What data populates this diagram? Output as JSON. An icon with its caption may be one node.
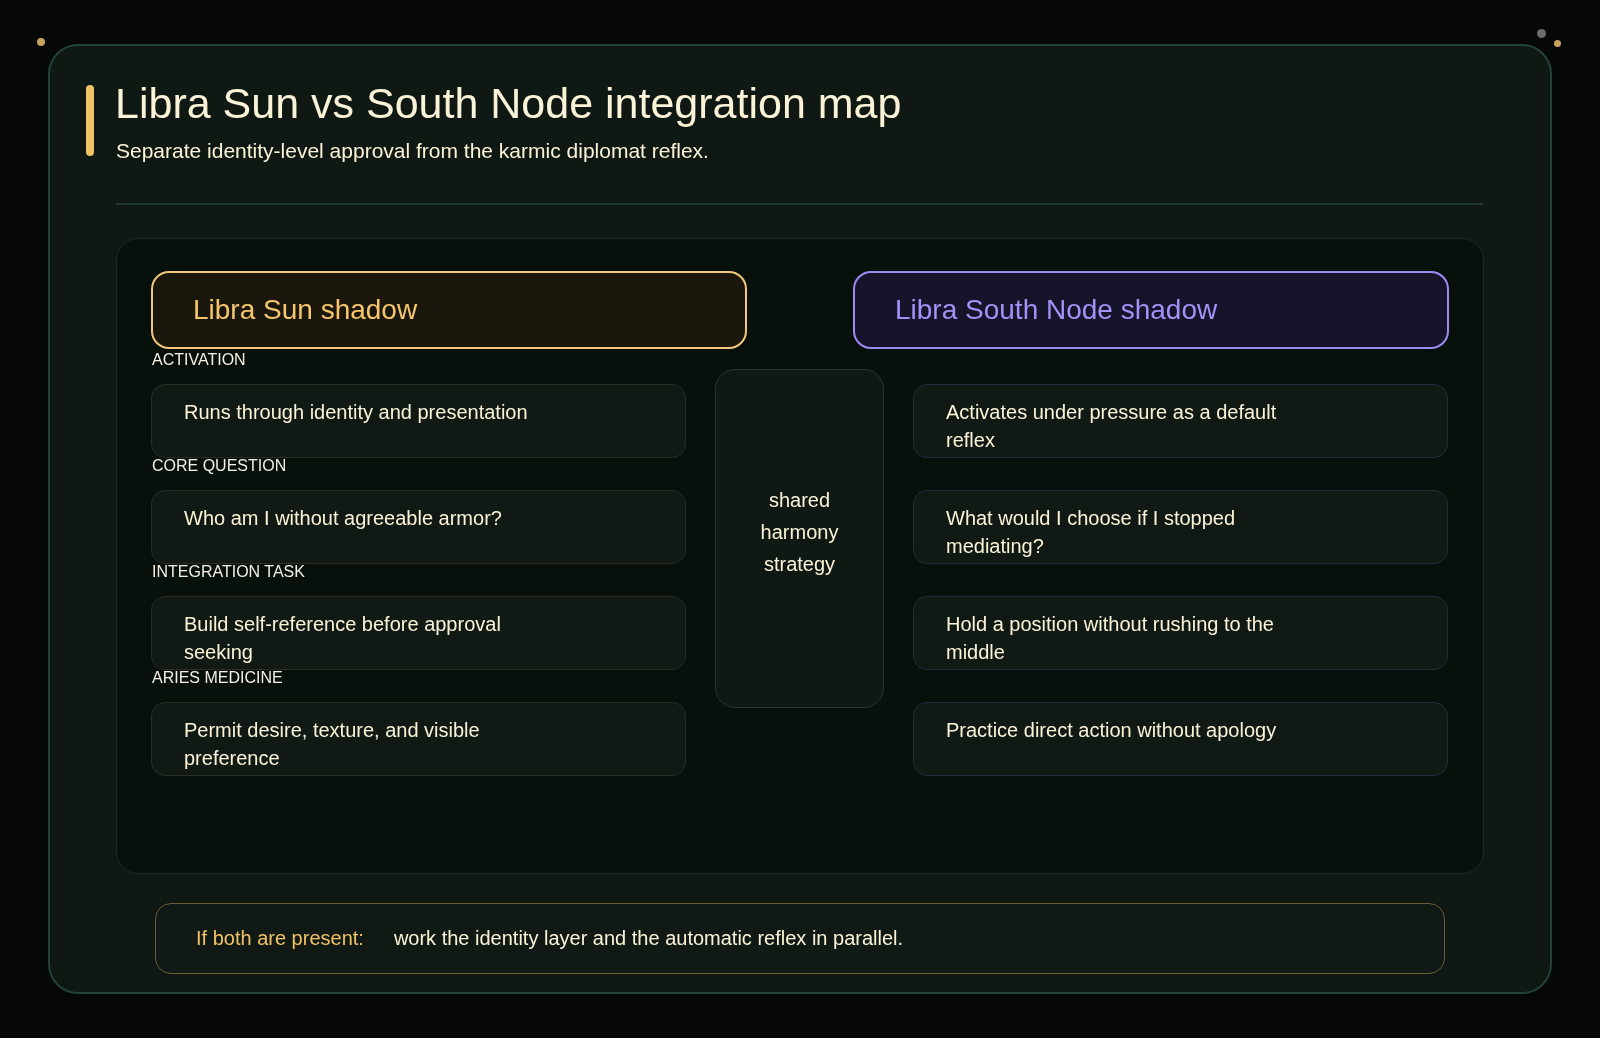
{
  "diagram": {
    "title": "Libra Sun vs South Node integration map",
    "nodes": [
      {
        "text": [
          "Libra Sun shadow"
        ]
      },
      {
        "text": [
          "Libra South Node shadow"
        ]
      },
      {
        "text": [
          "ACTIVATION",
          "Runs through identity and presentation"
        ]
      },
      {
        "text": [
          "CORE QUESTION",
          "Who am I without agreeable armor?"
        ]
      },
      {
        "text": [
          "INTEGRATION TASK",
          "Build self-reference before approval seeking"
        ]
      },
      {
        "text": [
          "ARIES MEDICINE",
          "Permit desire, texture, and visible preference"
        ]
      },
      {
        "text": [
          "shared harmony strategy"
        ]
      },
      {
        "text": [
          "Activates under pressure as a default reflex"
        ]
      },
      {
        "text": [
          "What would I choose if I stopped mediating?"
        ]
      },
      {
        "text": [
          "Hold a position without rushing to the middle"
        ]
      },
      {
        "text": [
          "Practice direct action without apology"
        ]
      },
      {
        "text": [
          "If both are present:",
          "work the identity layer and the automatic reflex in parallel."
        ]
      }
    ],
    "edges": [],
    "labels": [
      "Separate identity-level approval from the karmic diplomat reflex."
    ]
  }
}
